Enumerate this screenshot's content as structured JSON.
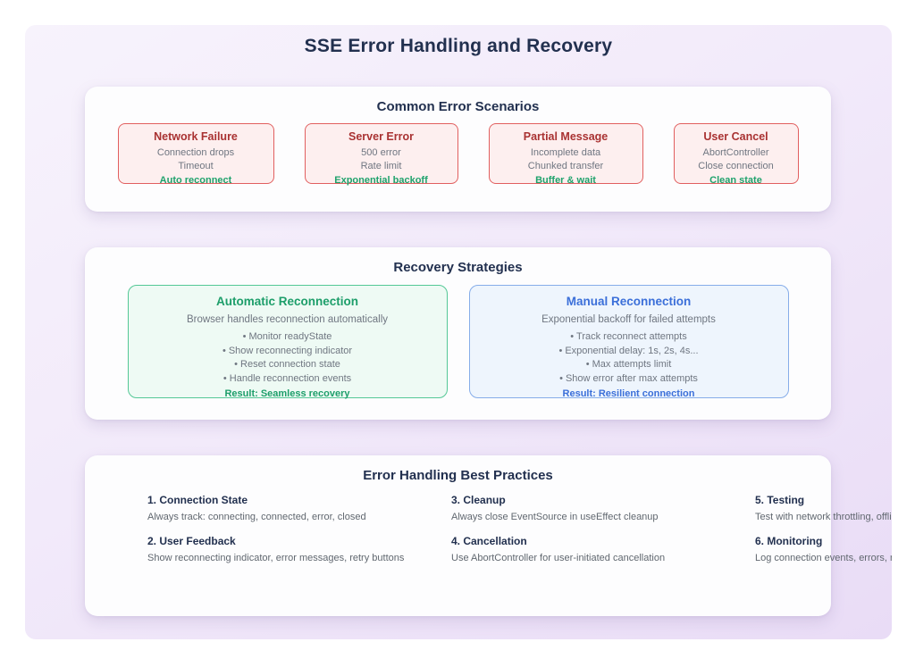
{
  "page_title": "SSE Error Handling and Recovery",
  "colors": {
    "title_navy": "#22304f",
    "scenario_border_red": "#e15f5f",
    "scenario_title_red": "#a93232",
    "action_green": "#1fa26c",
    "strategy_green": "#1d9e6a",
    "strategy_blue": "#3b6fd9",
    "canvas_lavender": "#efe5f8"
  },
  "sections": {
    "scenarios": {
      "title": "Common Error Scenarios",
      "cards": [
        {
          "title": "Network Failure",
          "lines": [
            "Connection drops",
            "Timeout"
          ],
          "action": "Auto reconnect"
        },
        {
          "title": "Server Error",
          "lines": [
            "500 error",
            "Rate limit"
          ],
          "action": "Exponential backoff"
        },
        {
          "title": "Partial Message",
          "lines": [
            "Incomplete data",
            "Chunked transfer"
          ],
          "action": "Buffer & wait"
        },
        {
          "title": "User Cancel",
          "lines": [
            "AbortController",
            "Close connection"
          ],
          "action": "Clean state"
        }
      ]
    },
    "strategies": {
      "title": "Recovery Strategies",
      "cards": [
        {
          "title": "Automatic Reconnection",
          "subtitle": "Browser handles reconnection automatically",
          "bullets": [
            "• Monitor readyState",
            "• Show reconnecting indicator",
            "• Reset connection state",
            "• Handle reconnection events"
          ],
          "result": "Result: Seamless recovery"
        },
        {
          "title": "Manual Reconnection",
          "subtitle": "Exponential backoff for failed attempts",
          "bullets": [
            "• Track reconnect attempts",
            "• Exponential delay: 1s, 2s, 4s...",
            "• Max attempts limit",
            "• Show error after max attempts"
          ],
          "result": "Result: Resilient connection"
        }
      ]
    },
    "best_practices": {
      "title": "Error Handling Best Practices",
      "items": [
        {
          "title": "1. Connection State",
          "desc": "Always track: connecting, connected, error, closed"
        },
        {
          "title": "2. User Feedback",
          "desc": "Show reconnecting indicator, error messages, retry buttons"
        },
        {
          "title": "3. Cleanup",
          "desc": "Always close EventSource in useEffect cleanup"
        },
        {
          "title": "4. Cancellation",
          "desc": "Use AbortController for user-initiated cancellation"
        },
        {
          "title": "5. Testing",
          "desc": "Test with network throttling, offline mode"
        },
        {
          "title": "6. Monitoring",
          "desc": "Log connection events, errors, reconnections"
        }
      ]
    }
  }
}
